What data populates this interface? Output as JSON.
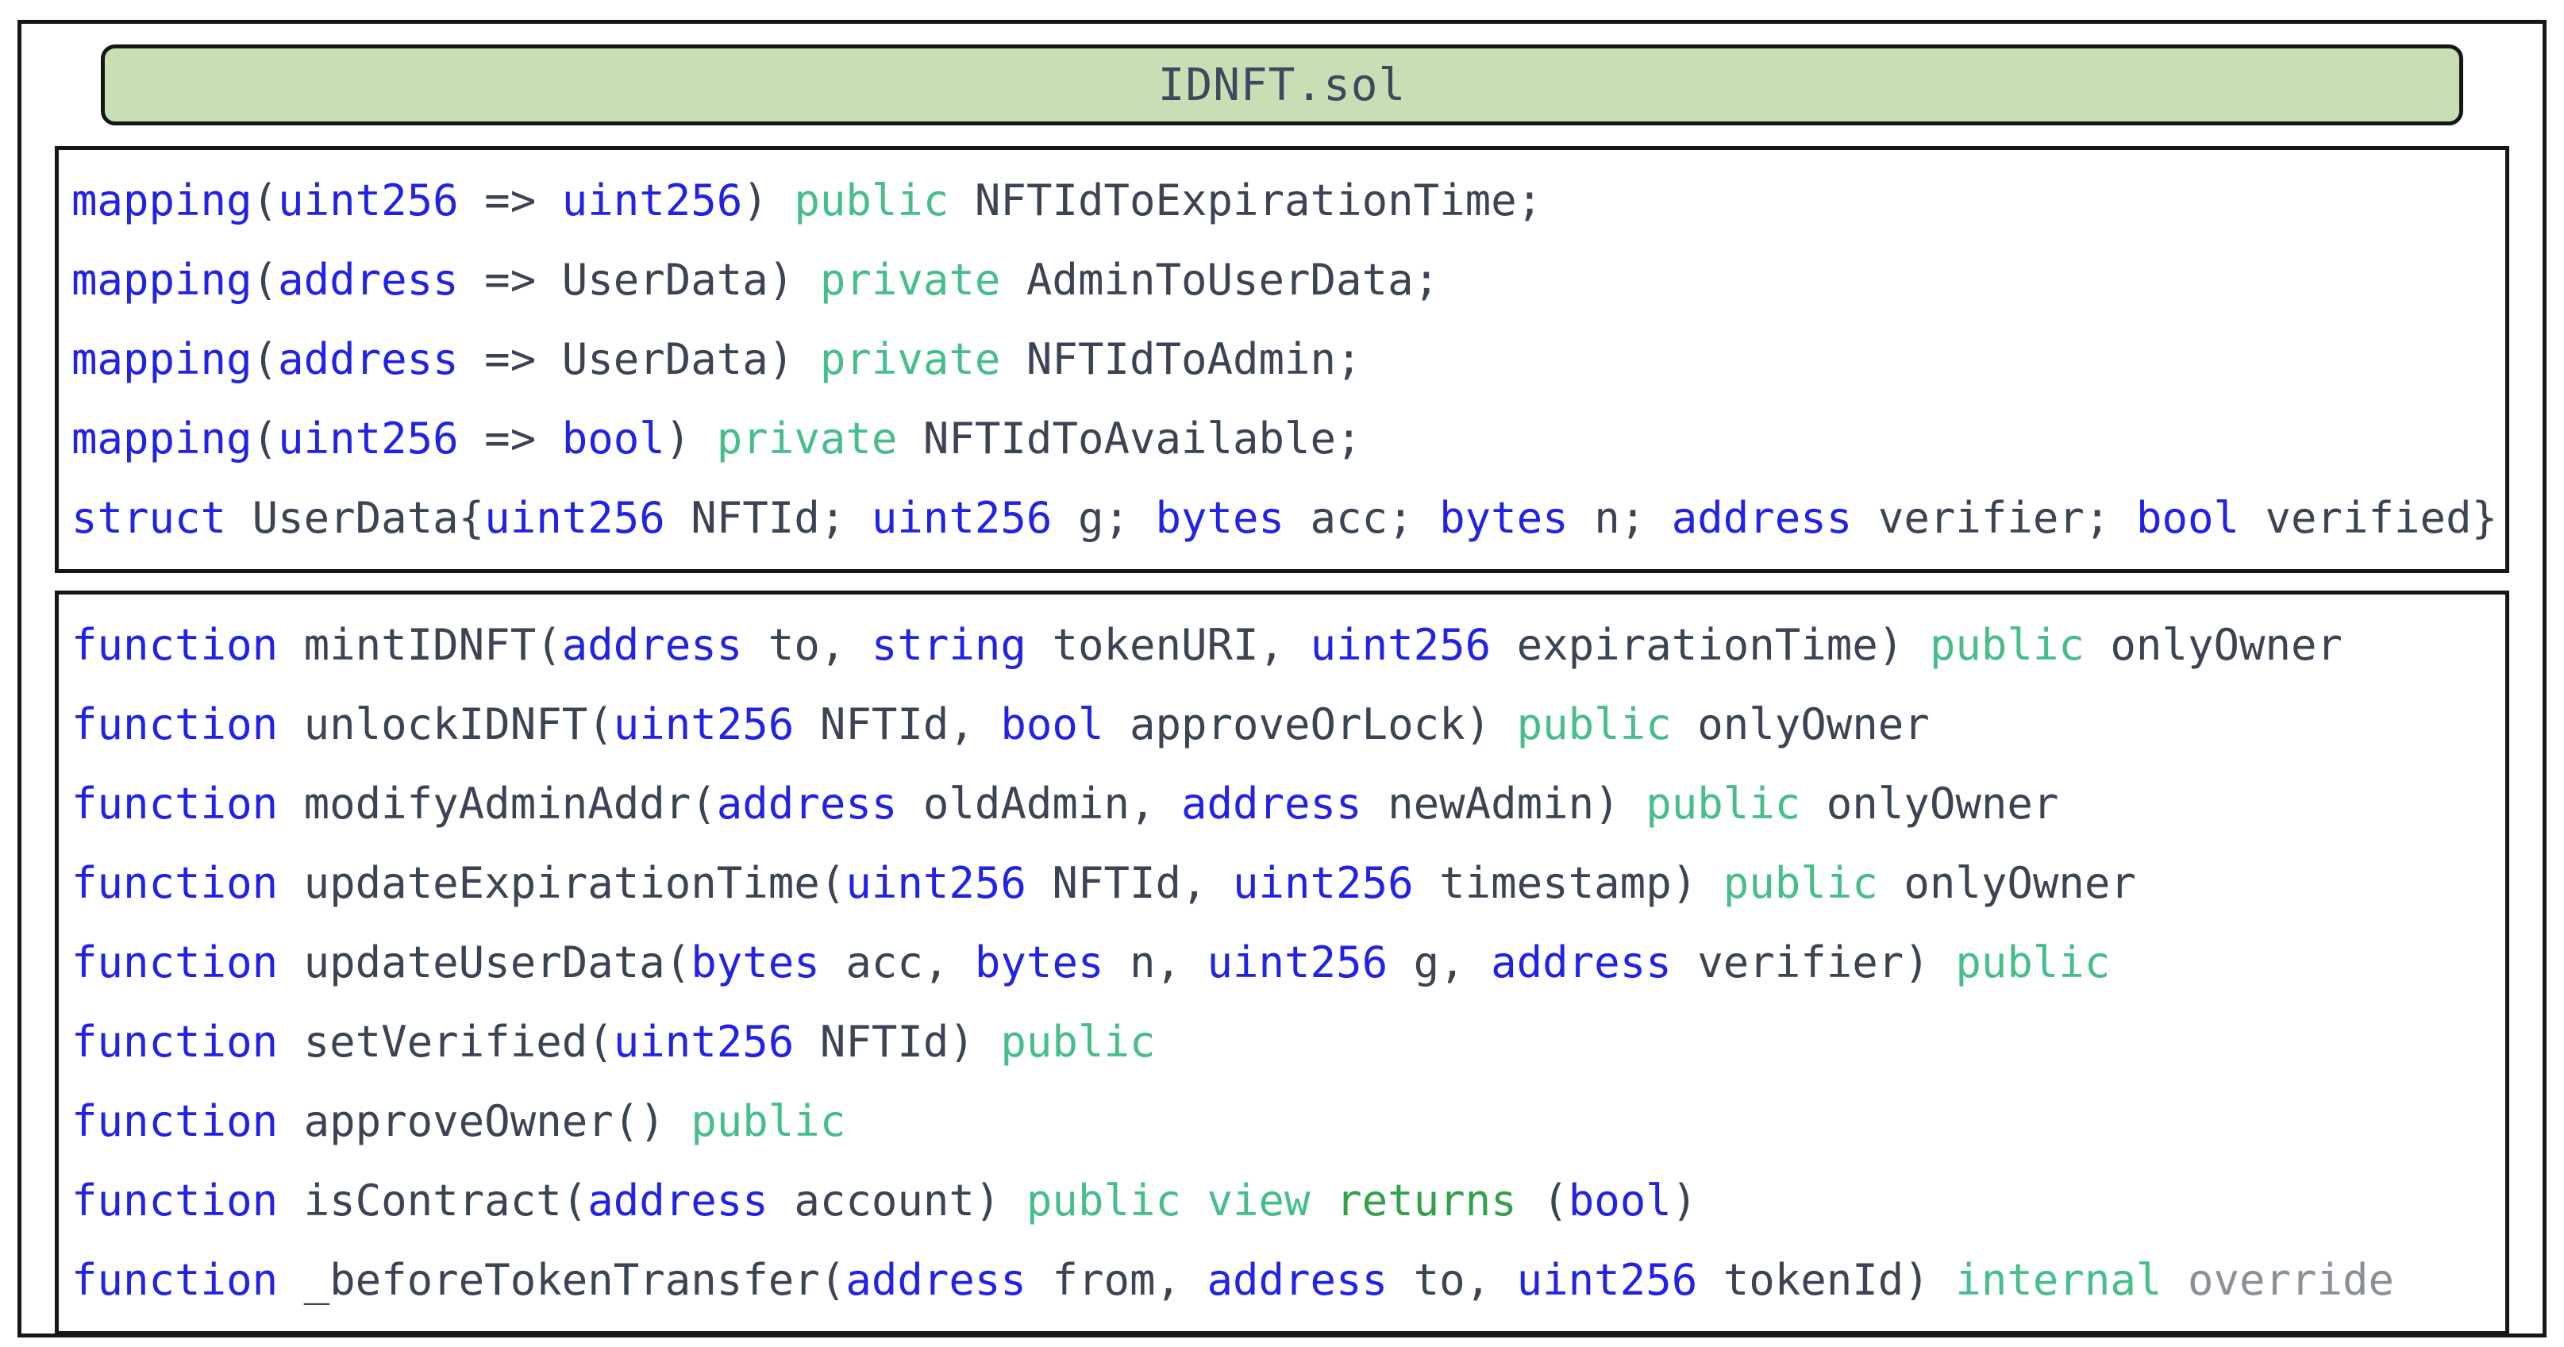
{
  "title": "IDNFT.sol",
  "colors": {
    "keyword_blue": "#2222e6",
    "modifier_mint": "#47bd8c",
    "returns_green": "#33a04a",
    "text_dark": "#3b4454",
    "override_gray": "#899097",
    "titlebar_bg": "#c8dfb5",
    "border_black": "#161616"
  },
  "boxes": [
    {
      "name": "state-variables-box",
      "lines": [
        [
          [
            "mapping",
            "blue"
          ],
          [
            "(",
            "dark"
          ],
          [
            "uint256",
            "blue"
          ],
          [
            " => ",
            "dark"
          ],
          [
            "uint256",
            "blue"
          ],
          [
            ") ",
            "dark"
          ],
          [
            "public",
            "mint"
          ],
          [
            " NFTIdToExpirationTime;",
            "dark"
          ]
        ],
        [
          [
            "mapping",
            "blue"
          ],
          [
            "(",
            "dark"
          ],
          [
            "address",
            "blue"
          ],
          [
            " => UserData) ",
            "dark"
          ],
          [
            "private",
            "mint"
          ],
          [
            " AdminToUserData;",
            "dark"
          ]
        ],
        [
          [
            "mapping",
            "blue"
          ],
          [
            "(",
            "dark"
          ],
          [
            "address",
            "blue"
          ],
          [
            " => UserData) ",
            "dark"
          ],
          [
            "private",
            "mint"
          ],
          [
            " NFTIdToAdmin;",
            "dark"
          ]
        ],
        [
          [
            "mapping",
            "blue"
          ],
          [
            "(",
            "dark"
          ],
          [
            "uint256",
            "blue"
          ],
          [
            " => ",
            "dark"
          ],
          [
            "bool",
            "blue"
          ],
          [
            ") ",
            "dark"
          ],
          [
            "private",
            "mint"
          ],
          [
            " NFTIdToAvailable;",
            "dark"
          ]
        ],
        [
          [
            "struct",
            "blue"
          ],
          [
            " UserData{",
            "dark"
          ],
          [
            "uint256",
            "blue"
          ],
          [
            " NFTId; ",
            "dark"
          ],
          [
            "uint256",
            "blue"
          ],
          [
            " g; ",
            "dark"
          ],
          [
            "bytes",
            "blue"
          ],
          [
            " acc; ",
            "dark"
          ],
          [
            "bytes",
            "blue"
          ],
          [
            " n; ",
            "dark"
          ],
          [
            "address",
            "blue"
          ],
          [
            " verifier; ",
            "dark"
          ],
          [
            "bool",
            "blue"
          ],
          [
            " verified}",
            "dark"
          ]
        ]
      ]
    },
    {
      "name": "functions-box",
      "lines": [
        [
          [
            "function",
            "blue"
          ],
          [
            " mintIDNFT(",
            "dark"
          ],
          [
            "address",
            "blue"
          ],
          [
            " to, ",
            "dark"
          ],
          [
            "string",
            "blue"
          ],
          [
            " tokenURI, ",
            "dark"
          ],
          [
            "uint256",
            "blue"
          ],
          [
            " expirationTime) ",
            "dark"
          ],
          [
            "public",
            "mint"
          ],
          [
            " onlyOwner",
            "dark"
          ]
        ],
        [
          [
            "function",
            "blue"
          ],
          [
            " unlockIDNFT(",
            "dark"
          ],
          [
            "uint256",
            "blue"
          ],
          [
            " NFTId, ",
            "dark"
          ],
          [
            "bool",
            "blue"
          ],
          [
            " approveOrLock) ",
            "dark"
          ],
          [
            "public",
            "mint"
          ],
          [
            " onlyOwner",
            "dark"
          ]
        ],
        [
          [
            "function",
            "blue"
          ],
          [
            " modifyAdminAddr(",
            "dark"
          ],
          [
            "address",
            "blue"
          ],
          [
            " oldAdmin, ",
            "dark"
          ],
          [
            "address",
            "blue"
          ],
          [
            " newAdmin) ",
            "dark"
          ],
          [
            "public",
            "mint"
          ],
          [
            " onlyOwner",
            "dark"
          ]
        ],
        [
          [
            "function",
            "blue"
          ],
          [
            " updateExpirationTime(",
            "dark"
          ],
          [
            "uint256",
            "blue"
          ],
          [
            " NFTId, ",
            "dark"
          ],
          [
            "uint256",
            "blue"
          ],
          [
            " timestamp) ",
            "dark"
          ],
          [
            "public",
            "mint"
          ],
          [
            " onlyOwner",
            "dark"
          ]
        ],
        [
          [
            "function",
            "blue"
          ],
          [
            " updateUserData(",
            "dark"
          ],
          [
            "bytes",
            "blue"
          ],
          [
            " acc, ",
            "dark"
          ],
          [
            "bytes",
            "blue"
          ],
          [
            " n, ",
            "dark"
          ],
          [
            "uint256",
            "blue"
          ],
          [
            " g, ",
            "dark"
          ],
          [
            "address",
            "blue"
          ],
          [
            " verifier) ",
            "dark"
          ],
          [
            "public",
            "mint"
          ]
        ],
        [
          [
            "function",
            "blue"
          ],
          [
            " setVerified(",
            "dark"
          ],
          [
            "uint256",
            "blue"
          ],
          [
            " NFTId) ",
            "dark"
          ],
          [
            "public",
            "mint"
          ]
        ],
        [
          [
            "function",
            "blue"
          ],
          [
            " approveOwner() ",
            "dark"
          ],
          [
            "public",
            "mint"
          ]
        ],
        [
          [
            "function",
            "blue"
          ],
          [
            " isContract(",
            "dark"
          ],
          [
            "address",
            "blue"
          ],
          [
            " account) ",
            "dark"
          ],
          [
            "public",
            "mint"
          ],
          [
            " ",
            "dark"
          ],
          [
            "view",
            "mint"
          ],
          [
            " ",
            "dark"
          ],
          [
            "returns",
            "green"
          ],
          [
            " (",
            "dark"
          ],
          [
            "bool",
            "blue"
          ],
          [
            ")",
            "dark"
          ]
        ],
        [
          [
            "function",
            "blue"
          ],
          [
            " _beforeTokenTransfer(",
            "dark"
          ],
          [
            "address",
            "blue"
          ],
          [
            " from, ",
            "dark"
          ],
          [
            "address",
            "blue"
          ],
          [
            " to, ",
            "dark"
          ],
          [
            "uint256",
            "blue"
          ],
          [
            " tokenId) ",
            "dark"
          ],
          [
            "internal",
            "mint"
          ],
          [
            " ",
            "dark"
          ],
          [
            "override",
            "gray"
          ]
        ]
      ]
    }
  ]
}
